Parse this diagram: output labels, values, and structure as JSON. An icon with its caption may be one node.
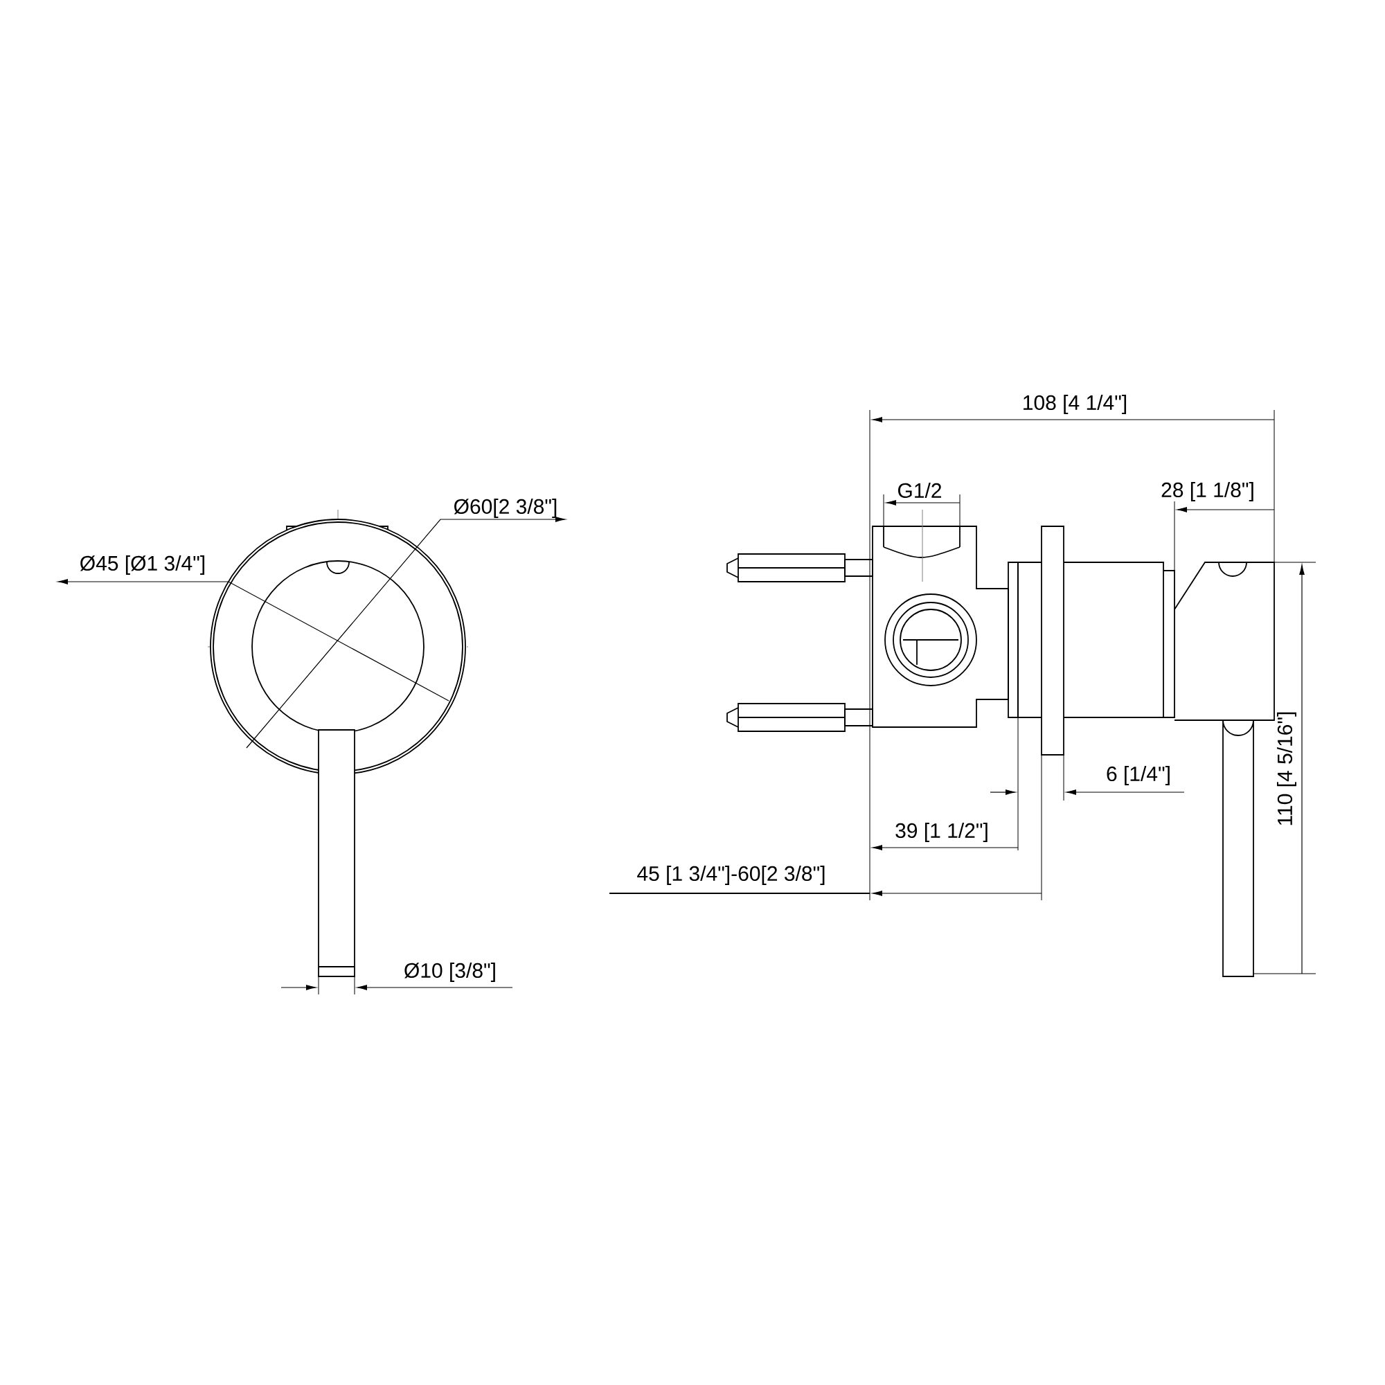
{
  "diagram": {
    "labels": [
      "108 [4 1/4\"]",
      "Ø60[2 3/8\"]",
      "G1/2",
      "28 [1 1/8\"]",
      "Ø45 [Ø1 3/4\"]",
      "6 [1/4\"]",
      "39 [1 1/2\"]",
      "45 [1 3/4\"]-60[2 3/8\"]",
      "110 [4 5/16\"]",
      "Ø10 [3/8\"]"
    ]
  }
}
